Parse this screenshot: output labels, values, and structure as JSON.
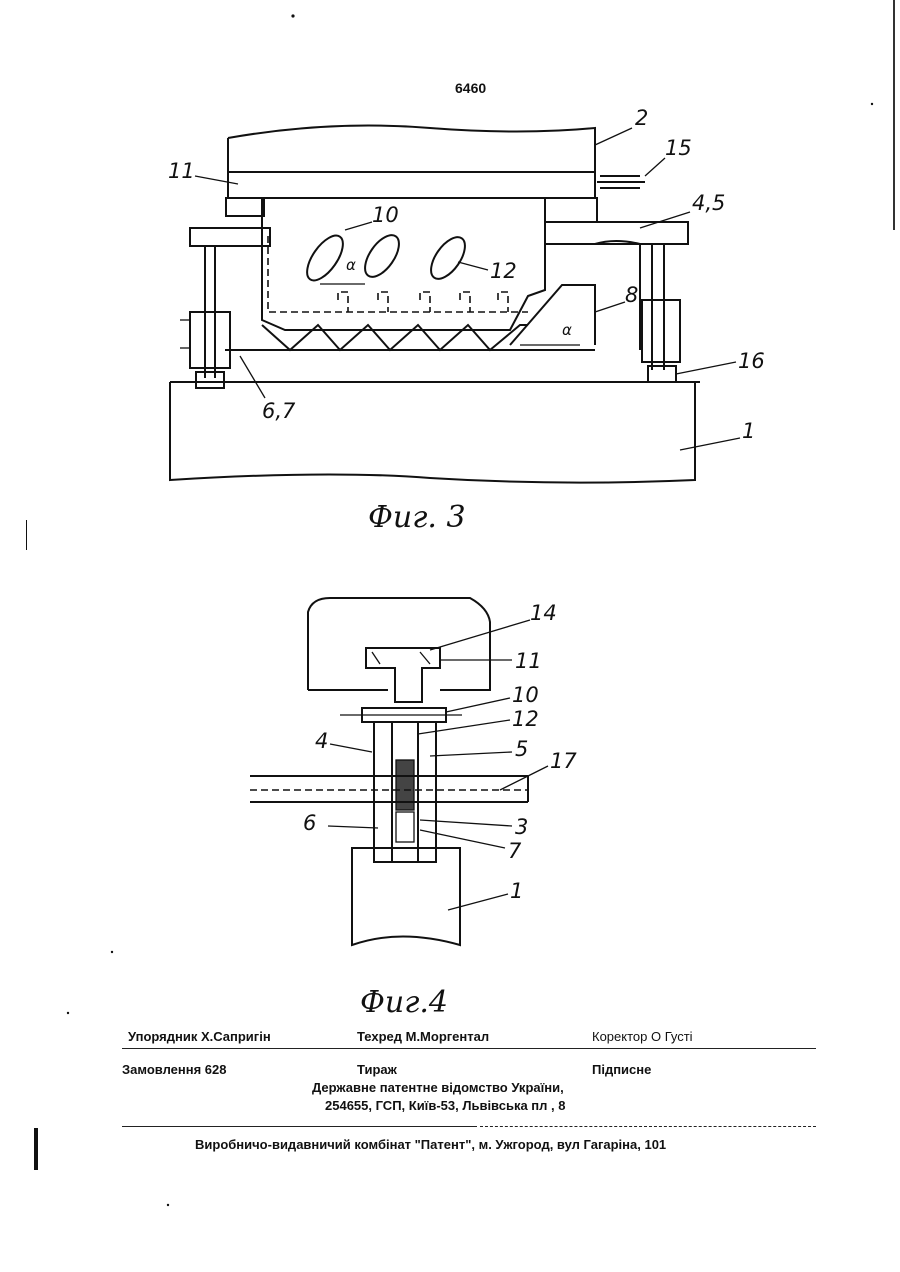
{
  "page_number": "6460",
  "figures": [
    {
      "caption": "Фиг. 3",
      "labels": [
        "2",
        "15",
        "11",
        "10",
        "4,5",
        "α",
        "12",
        "8",
        "α",
        "16",
        "6,7",
        "1"
      ]
    },
    {
      "caption": "Фиг.4",
      "labels": [
        "14",
        "11",
        "10",
        "12",
        "4",
        "5",
        "17",
        "6",
        "3",
        "7",
        "1"
      ]
    }
  ],
  "imprint": {
    "compiler": "Упорядник  Х.Сапригін",
    "tech_editor": "Техред М.Моргентал",
    "corrector": "Коректор О Густі",
    "order": "Замовлення  628",
    "circulation": "Тираж",
    "subscription": "Підписне",
    "office_line1": "Державне патентне відомство України,",
    "office_line2": "254655, ГСП, Київ-53, Львівська пл , 8",
    "publisher": "Виробничо-видавничий комбінат  \"Патент\", м. Ужгород, вул Гагаріна, 101"
  }
}
